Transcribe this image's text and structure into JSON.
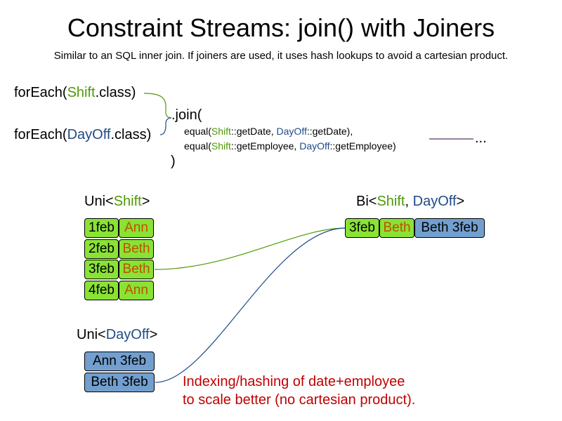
{
  "title": "Constraint Streams: join() with Joiners",
  "subtitle": "Similar to an SQL inner join. If joiners are used, it uses hash lookups to avoid a cartesian product.",
  "code": {
    "for_each_1": {
      "prefix": "forEach(",
      "cls": "Shift",
      "suffix": ".class)"
    },
    "for_each_2": {
      "prefix": "forEach(",
      "cls": "DayOff",
      "suffix": ".class)"
    },
    "join_open": ".join(",
    "joiner_1": {
      "prefix": "equal(",
      "a_cls": "Shift",
      "a_method": "::getDate, ",
      "b_cls": "DayOff",
      "b_method": "::getDate),"
    },
    "joiner_2": {
      "prefix": "equal(",
      "a_cls": "Shift",
      "a_method": "::getEmployee, ",
      "b_cls": "DayOff",
      "b_method": "::getEmployee)"
    },
    "join_close": ")",
    "ellipsis": "..."
  },
  "uni_shift": {
    "label_prefix": "Uni<",
    "label_cls": "Shift",
    "label_suffix": ">",
    "rows": [
      {
        "date": "1feb",
        "employee": "Ann"
      },
      {
        "date": "2feb",
        "employee": "Beth"
      },
      {
        "date": "3feb",
        "employee": "Beth"
      },
      {
        "date": "4feb",
        "employee": "Ann"
      }
    ]
  },
  "uni_dayoff": {
    "label_prefix": "Uni<",
    "label_cls": "DayOff",
    "label_suffix": ">",
    "rows": [
      "Ann 3feb",
      "Beth 3feb"
    ]
  },
  "bi": {
    "label_prefix": "Bi<",
    "cls_a": "Shift",
    "separator": ", ",
    "cls_b": "DayOff",
    "label_suffix": ">",
    "tuple": {
      "date": "3feb",
      "employee": "Beth",
      "dayoff": "Beth 3feb"
    }
  },
  "note": {
    "line1": "Indexing/hashing of date+employee",
    "line2": "to scale better (no cartesian product)."
  },
  "colors": {
    "shift": "#8ae234",
    "dayoff": "#729fcf",
    "shift_text": "#4e9a06",
    "dayoff_text": "#204a87",
    "employee_text": "#c05000",
    "note_text": "#c00000",
    "shift_wire": "#4e9a06",
    "dayoff_wire": "#204a87",
    "output_wire": "#5c3566"
  }
}
